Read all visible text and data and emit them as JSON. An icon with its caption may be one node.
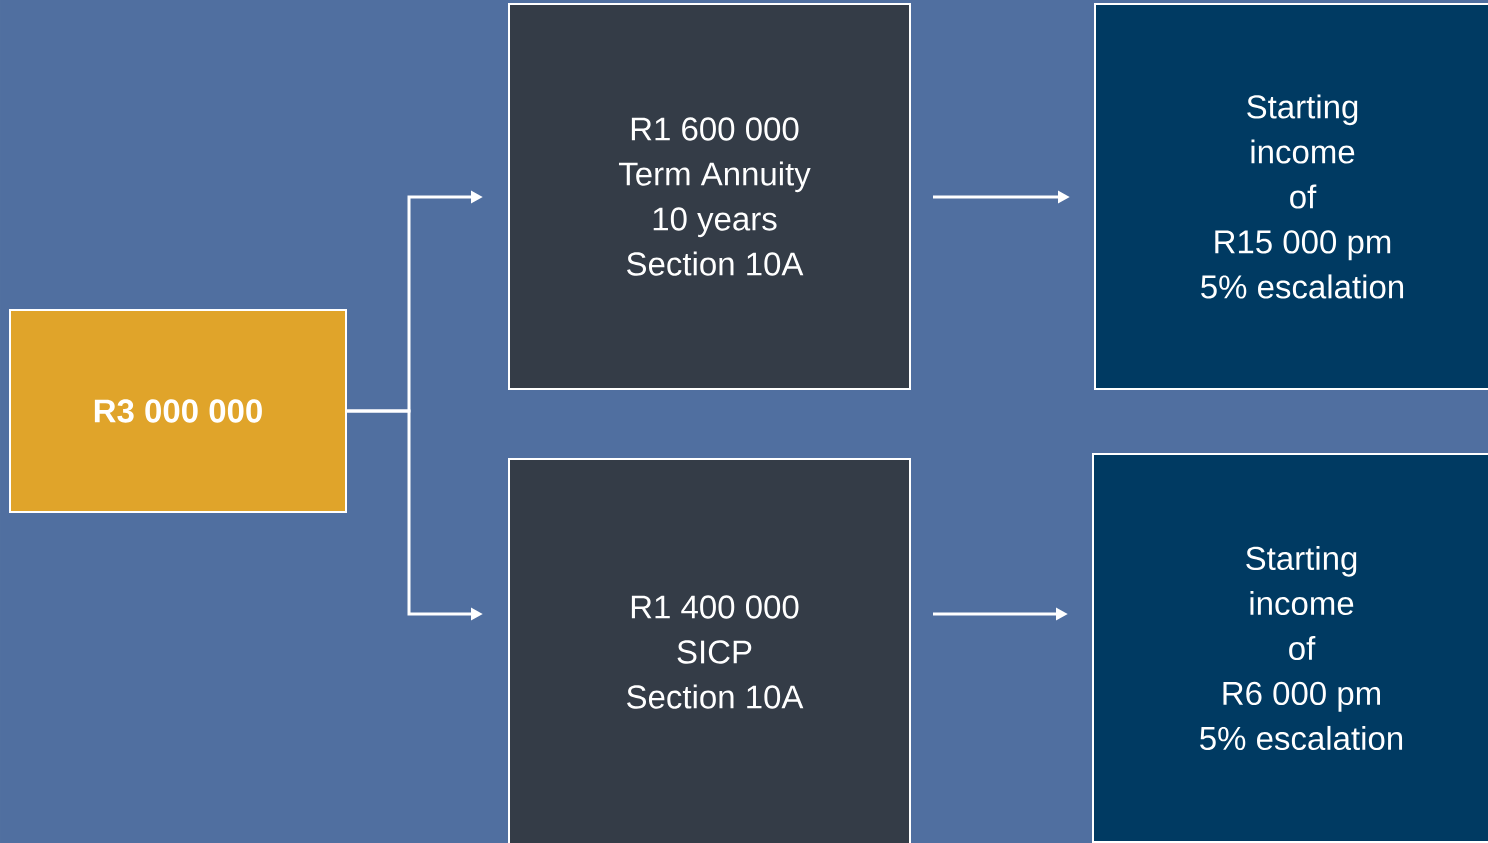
{
  "diagram": {
    "nodes": [
      {
        "text": [
          "R3 000 000"
        ]
      },
      {
        "text": [
          "R1 600 000 Term Annuity 10 years Section 10A"
        ]
      },
      {
        "text": [
          "R1 400 000 SICP Section 10A"
        ]
      },
      {
        "text": [
          "Starting income of R15 000 pm 5% escalation"
        ]
      },
      {
        "text": [
          "Starting income of R6 000 pm 5% escalation"
        ]
      }
    ],
    "edges": [
      {
        "from": 0,
        "to": 1,
        "arrow": "to"
      },
      {
        "from": 0,
        "to": 2,
        "arrow": "to"
      },
      {
        "from": 1,
        "to": 3,
        "arrow": "to"
      },
      {
        "from": 2,
        "to": 4,
        "arrow": "to"
      }
    ]
  }
}
